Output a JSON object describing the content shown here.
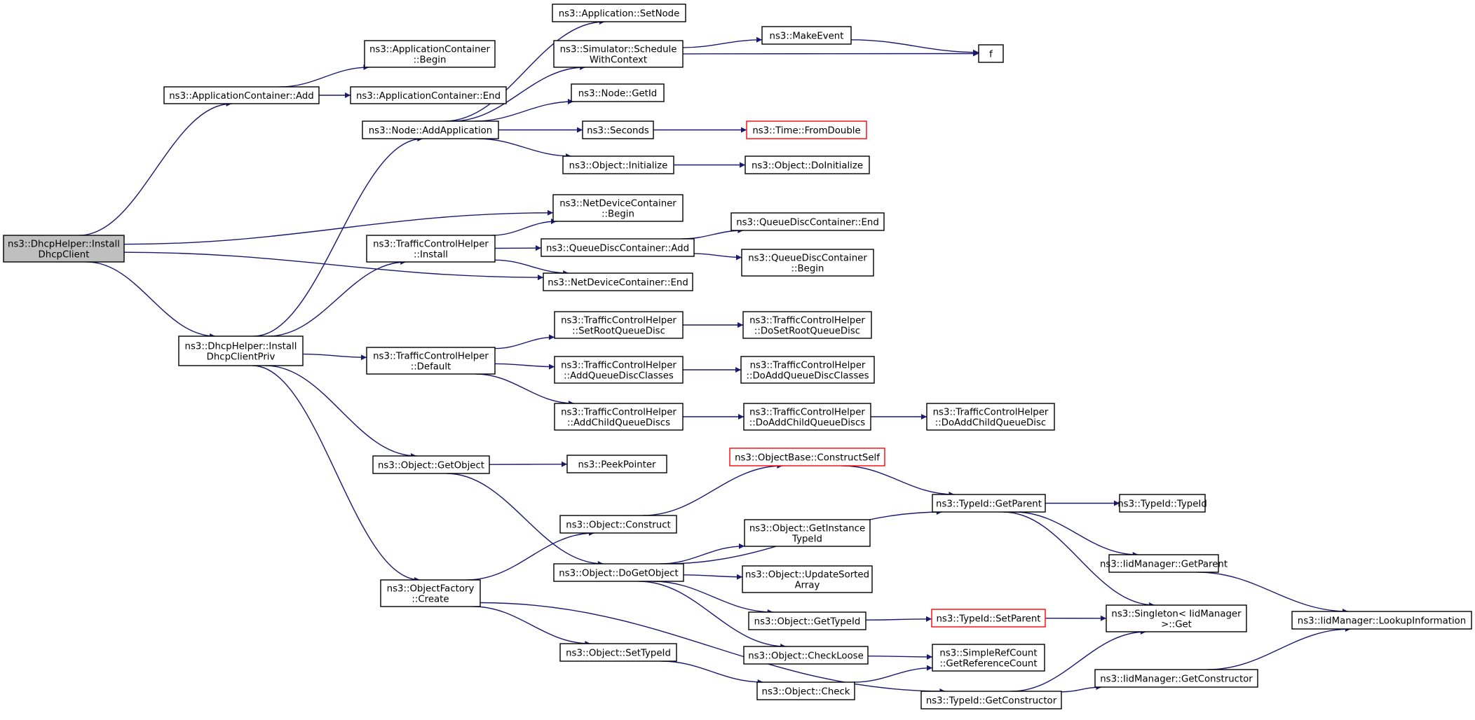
{
  "nodes": [
    {
      "id": "root",
      "lines": [
        "ns3::DhcpHelper::Install",
        "DhcpClient"
      ],
      "style": "root"
    },
    {
      "id": "appcAdd",
      "lines": [
        "ns3::ApplicationContainer::Add"
      ]
    },
    {
      "id": "priv",
      "lines": [
        "ns3::DhcpHelper::Install",
        "DhcpClientPriv"
      ]
    },
    {
      "id": "appcBegin",
      "lines": [
        "ns3::ApplicationContainer",
        "::Begin"
      ]
    },
    {
      "id": "appcEnd",
      "lines": [
        "ns3::ApplicationContainer::End"
      ]
    },
    {
      "id": "nodeAddApp",
      "lines": [
        "ns3::Node::AddApplication"
      ]
    },
    {
      "id": "tchInstall",
      "lines": [
        "ns3::TrafficControlHelper",
        "::Install"
      ]
    },
    {
      "id": "tchDefault",
      "lines": [
        "ns3::TrafficControlHelper",
        "::Default"
      ]
    },
    {
      "id": "objGetObject",
      "lines": [
        "ns3::Object::GetObject"
      ]
    },
    {
      "id": "ofCreate",
      "lines": [
        "ns3::ObjectFactory",
        "::Create"
      ]
    },
    {
      "id": "appSetNode",
      "lines": [
        "ns3::Application::SetNode"
      ]
    },
    {
      "id": "simSched",
      "lines": [
        "ns3::Simulator::Schedule",
        "WithContext"
      ]
    },
    {
      "id": "nodeGetId",
      "lines": [
        "ns3::Node::GetId"
      ]
    },
    {
      "id": "seconds",
      "lines": [
        "ns3::Seconds"
      ]
    },
    {
      "id": "objInit",
      "lines": [
        "ns3::Object::Initialize"
      ]
    },
    {
      "id": "ndcBegin",
      "lines": [
        "ns3::NetDeviceContainer",
        "::Begin"
      ]
    },
    {
      "id": "qdcAdd",
      "lines": [
        "ns3::QueueDiscContainer::Add"
      ]
    },
    {
      "id": "ndcEnd",
      "lines": [
        "ns3::NetDeviceContainer::End"
      ]
    },
    {
      "id": "tchSetRoot",
      "lines": [
        "ns3::TrafficControlHelper",
        "::SetRootQueueDisc"
      ]
    },
    {
      "id": "tchAddQDC",
      "lines": [
        "ns3::TrafficControlHelper",
        "::AddQueueDiscClasses"
      ]
    },
    {
      "id": "tchAddChild",
      "lines": [
        "ns3::TrafficControlHelper",
        "::AddChildQueueDiscs"
      ]
    },
    {
      "id": "peekPtr",
      "lines": [
        "ns3::PeekPointer"
      ]
    },
    {
      "id": "objConstruct",
      "lines": [
        "ns3::Object::Construct"
      ]
    },
    {
      "id": "objDoGetObject",
      "lines": [
        "ns3::Object::DoGetObject"
      ]
    },
    {
      "id": "objSetTypeId",
      "lines": [
        "ns3::Object::SetTypeId"
      ]
    },
    {
      "id": "makeEvent",
      "lines": [
        "ns3::MakeEvent"
      ]
    },
    {
      "id": "f",
      "lines": [
        "f"
      ]
    },
    {
      "id": "timeFromDouble",
      "lines": [
        "ns3::Time::FromDouble"
      ],
      "style": "red"
    },
    {
      "id": "objDoInit",
      "lines": [
        "ns3::Object::DoInitialize"
      ]
    },
    {
      "id": "qdcEnd",
      "lines": [
        "ns3::QueueDiscContainer::End"
      ]
    },
    {
      "id": "qdcBegin",
      "lines": [
        "ns3::QueueDiscContainer",
        "::Begin"
      ]
    },
    {
      "id": "tchDoSetRoot",
      "lines": [
        "ns3::TrafficControlHelper",
        "::DoSetRootQueueDisc"
      ]
    },
    {
      "id": "tchDoAddQDC",
      "lines": [
        "ns3::TrafficControlHelper",
        "::DoAddQueueDiscClasses"
      ]
    },
    {
      "id": "tchDoAddChildQDs",
      "lines": [
        "ns3::TrafficControlHelper",
        "::DoAddChildQueueDiscs"
      ]
    },
    {
      "id": "tchDoAddChildQD",
      "lines": [
        "ns3::TrafficControlHelper",
        "::DoAddChildQueueDisc"
      ]
    },
    {
      "id": "obConstructSelf",
      "lines": [
        "ns3::ObjectBase::ConstructSelf"
      ],
      "style": "red"
    },
    {
      "id": "typeIdGetParent",
      "lines": [
        "ns3::TypeId::GetParent"
      ]
    },
    {
      "id": "typeIdTypeId",
      "lines": [
        "ns3::TypeId::TypeId"
      ]
    },
    {
      "id": "objGetInstTypeId",
      "lines": [
        "ns3::Object::GetInstance",
        "TypeId"
      ]
    },
    {
      "id": "objUpdSorted",
      "lines": [
        "ns3::Object::UpdateSorted",
        "Array"
      ]
    },
    {
      "id": "objGetTypeId",
      "lines": [
        "ns3::Object::GetTypeId"
      ]
    },
    {
      "id": "typeIdSetParent",
      "lines": [
        "ns3::TypeId::SetParent"
      ],
      "style": "red"
    },
    {
      "id": "objCheckLoose",
      "lines": [
        "ns3::Object::CheckLoose"
      ]
    },
    {
      "id": "objCheck",
      "lines": [
        "ns3::Object::Check"
      ]
    },
    {
      "id": "srcGetRef",
      "lines": [
        "ns3::SimpleRefCount",
        "::GetReferenceCount"
      ]
    },
    {
      "id": "typeIdGetCtor",
      "lines": [
        "ns3::TypeId::GetConstructor"
      ]
    },
    {
      "id": "iidGetParent",
      "lines": [
        "ns3::IidManager::GetParent"
      ]
    },
    {
      "id": "singletonGet",
      "lines": [
        "ns3::Singleton< IidManager",
        ">::Get"
      ]
    },
    {
      "id": "iidGetCtor",
      "lines": [
        "ns3::IidManager::GetConstructor"
      ]
    },
    {
      "id": "iidLookup",
      "lines": [
        "ns3::IidManager::LookupInformation"
      ]
    }
  ],
  "edges": [
    [
      "root",
      "appcAdd"
    ],
    [
      "root",
      "ndcBegin"
    ],
    [
      "root",
      "ndcEnd"
    ],
    [
      "root",
      "priv"
    ],
    [
      "appcAdd",
      "appcBegin"
    ],
    [
      "appcAdd",
      "appcEnd"
    ],
    [
      "priv",
      "nodeAddApp"
    ],
    [
      "priv",
      "tchInstall"
    ],
    [
      "priv",
      "tchDefault"
    ],
    [
      "priv",
      "objGetObject"
    ],
    [
      "priv",
      "ofCreate"
    ],
    [
      "nodeAddApp",
      "appSetNode"
    ],
    [
      "nodeAddApp",
      "simSched"
    ],
    [
      "nodeAddApp",
      "nodeGetId"
    ],
    [
      "nodeAddApp",
      "seconds"
    ],
    [
      "nodeAddApp",
      "objInit"
    ],
    [
      "simSched",
      "makeEvent"
    ],
    [
      "simSched",
      "f"
    ],
    [
      "makeEvent",
      "f"
    ],
    [
      "seconds",
      "timeFromDouble"
    ],
    [
      "objInit",
      "objDoInit"
    ],
    [
      "tchInstall",
      "ndcBegin"
    ],
    [
      "tchInstall",
      "qdcAdd"
    ],
    [
      "tchInstall",
      "ndcEnd"
    ],
    [
      "qdcAdd",
      "qdcEnd"
    ],
    [
      "qdcAdd",
      "qdcBegin"
    ],
    [
      "tchDefault",
      "tchSetRoot"
    ],
    [
      "tchDefault",
      "tchAddQDC"
    ],
    [
      "tchDefault",
      "tchAddChild"
    ],
    [
      "tchSetRoot",
      "tchDoSetRoot"
    ],
    [
      "tchAddQDC",
      "tchDoAddQDC"
    ],
    [
      "tchAddChild",
      "tchDoAddChildQDs"
    ],
    [
      "tchDoAddChildQDs",
      "tchDoAddChildQD"
    ],
    [
      "objGetObject",
      "peekPtr"
    ],
    [
      "objGetObject",
      "objDoGetObject"
    ],
    [
      "ofCreate",
      "objConstruct"
    ],
    [
      "ofCreate",
      "objSetTypeId"
    ],
    [
      "ofCreate",
      "typeIdGetCtor"
    ],
    [
      "objConstruct",
      "obConstructSelf"
    ],
    [
      "obConstructSelf",
      "typeIdGetParent"
    ],
    [
      "objDoGetObject",
      "typeIdGetParent"
    ],
    [
      "objDoGetObject",
      "objGetInstTypeId"
    ],
    [
      "objDoGetObject",
      "objUpdSorted"
    ],
    [
      "objDoGetObject",
      "objGetTypeId"
    ],
    [
      "objDoGetObject",
      "objCheckLoose"
    ],
    [
      "objGetTypeId",
      "typeIdSetParent"
    ],
    [
      "typeIdSetParent",
      "singletonGet"
    ],
    [
      "objCheckLoose",
      "srcGetRef"
    ],
    [
      "objSetTypeId",
      "objCheck"
    ],
    [
      "objCheck",
      "srcGetRef"
    ],
    [
      "typeIdGetParent",
      "typeIdTypeId"
    ],
    [
      "typeIdGetParent",
      "iidGetParent"
    ],
    [
      "typeIdGetParent",
      "singletonGet"
    ],
    [
      "iidGetParent",
      "iidLookup"
    ],
    [
      "typeIdGetCtor",
      "singletonGet"
    ],
    [
      "typeIdGetCtor",
      "iidGetCtor"
    ],
    [
      "iidGetCtor",
      "iidLookup"
    ]
  ]
}
